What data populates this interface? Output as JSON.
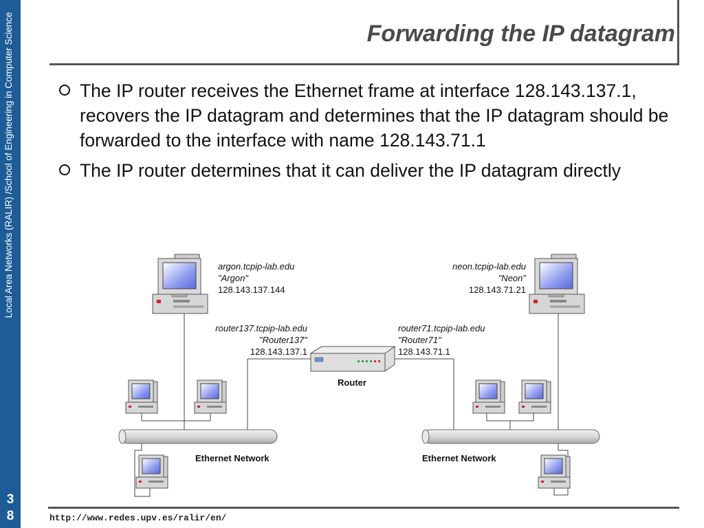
{
  "sidebar": {
    "text": "Local Area Networks (RALIR) /School of Engineering in Computer Science",
    "page_top": "3",
    "page_bottom": "8"
  },
  "title": "Forwarding the IP datagram",
  "bullets": [
    "The IP router receives the Ethernet frame at interface 128.143.137.1, recovers the IP datagram and determines that the IP datagram should be forwarded to the interface with name 128.143.71.1",
    "The IP router determines that it can deliver the IP datagram directly"
  ],
  "diagram": {
    "argon": {
      "host": "argon.tcpip-lab.edu",
      "name": "\"Argon\"",
      "ip": "128.143.137.144"
    },
    "neon": {
      "host": "neon.tcpip-lab.edu",
      "name": "\"Neon\"",
      "ip": "128.143.71.21"
    },
    "router137": {
      "host": "router137.tcpip-lab.edu",
      "name": "\"Router137\"",
      "ip": "128.143.137.1"
    },
    "router71": {
      "host": "router71.tcpip-lab.edu",
      "name": "\"Router71\"",
      "ip": "128.143.71.1"
    },
    "router_label": "Router",
    "ethernet_left": "Ethernet Network",
    "ethernet_right": "Ethernet Network"
  },
  "footer": {
    "url": "http://www.redes.upv.es/ralir/en/"
  },
  "colors": {
    "sidebar": "#1d5c96",
    "title": "#4a4a4a",
    "rule": "#555555"
  }
}
